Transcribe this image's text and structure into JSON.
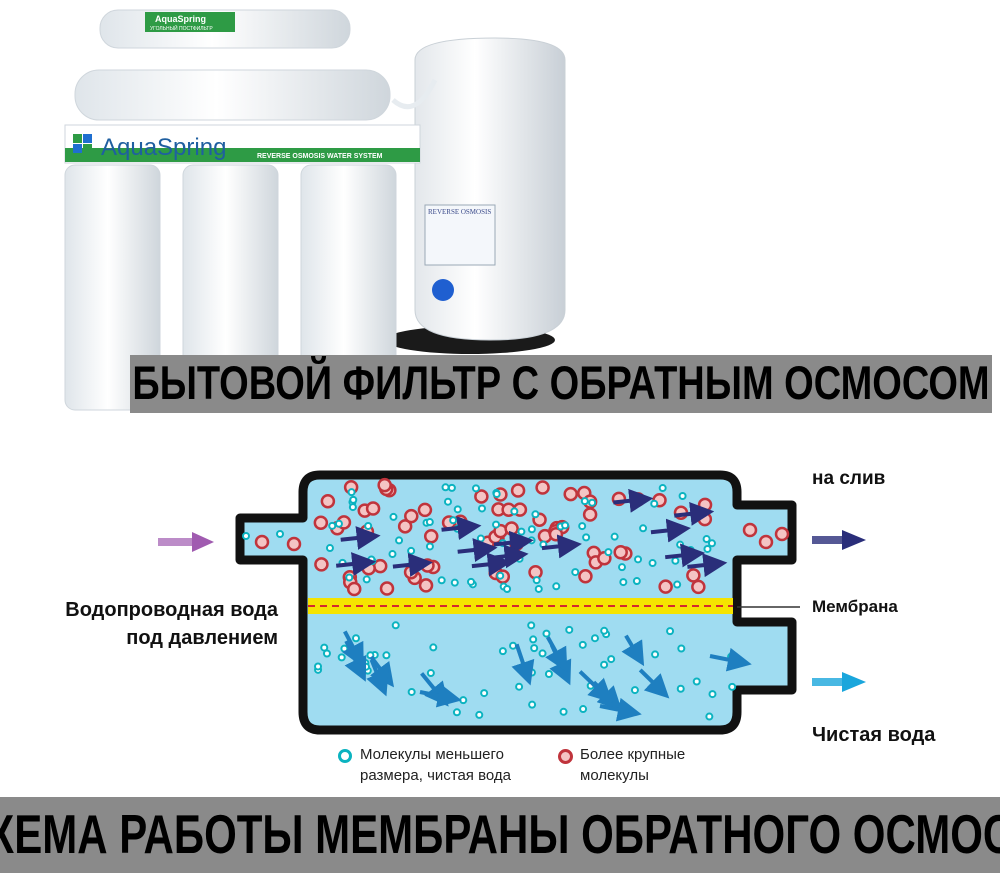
{
  "photo": {
    "brand_label": "AquaSpring",
    "brand_label_small": "AquaSpring",
    "system_label": "REVERSE OSMOSIS WATER SYSTEM",
    "filter_label": "УГОЛЬНЫЙ ПОСТФИЛЬТР",
    "tank_label": "REVERSE OSMOSIS"
  },
  "banner_top": "БЫТОВОЙ ФИЛЬТР С ОБРАТНЫМ ОСМОСОМ",
  "banner_bottom": "СХЕМА РАБОТЫ МЕМБРАНЫ ОБРАТНОГО ОСМОСА",
  "diagram": {
    "label_source_line1": "Водопроводная вода",
    "label_source_line2": "под давлением",
    "label_drain": "на слив",
    "label_membrane": "Мембрана",
    "label_clean": "Чистая вода",
    "legend_small_line1": "Молекулы меньшего",
    "legend_small_line2": "размера, чистая вода",
    "legend_large_line1": "Более крупные",
    "legend_large_line2": "молекулы",
    "colors": {
      "water": "#9fdcf1",
      "membrane": "#f5e400",
      "membrane_dash": "#d4282e",
      "small_molecule": "#0bb3c0",
      "large_molecule": "#c0343c",
      "flow_arrow": "#2a2e7a",
      "permeate_arrow": "#1e7fc0",
      "inlet_arrow": "#a05bb0",
      "outlet_arrow_clean": "#1aa6dc"
    }
  }
}
